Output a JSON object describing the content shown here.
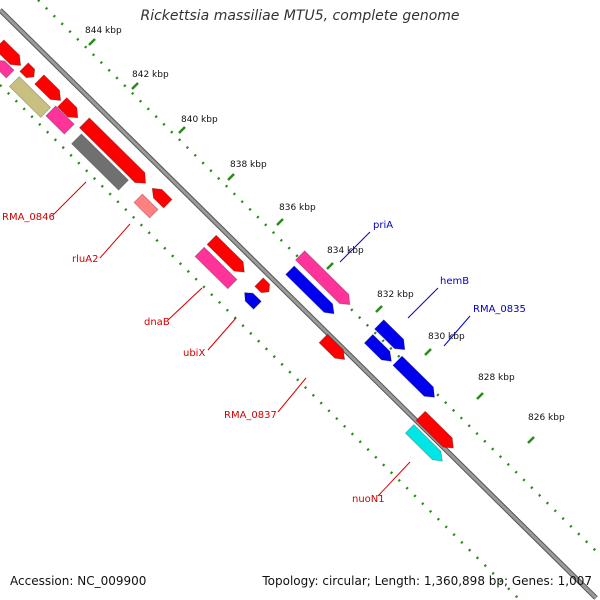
{
  "title": "Rickettsia massiliae MTU5, complete genome",
  "footer": {
    "accession": "Accession: NC_009900",
    "topology": "Topology: circular; Length: 1,360,898 bp; Genes: 1,007"
  },
  "colors": {
    "backbone": "#8a8a8a",
    "tick_ring": "#2a8a1a",
    "label_red": "#d40000",
    "label_blue": "#0000cc",
    "red": "#ff0000",
    "magenta": "#ff3399",
    "blue": "#0000ee",
    "cyan": "#00e5e5",
    "olive": "#c8c080",
    "gray": "#707070",
    "pink": "#ff8080"
  },
  "scale_labels": [
    "844 kbp",
    "842 kbp",
    "840 kbp",
    "838 kbp",
    "836 kbp",
    "834 kbp",
    "832 kbp",
    "830 kbp",
    "828 kbp",
    "826 kbp"
  ],
  "gene_labels": [
    {
      "name": "RMA_0846",
      "strand": "minus"
    },
    {
      "name": "rluA2",
      "strand": "minus"
    },
    {
      "name": "dnaB",
      "strand": "minus"
    },
    {
      "name": "ubiX",
      "strand": "minus"
    },
    {
      "name": "RMA_0837",
      "strand": "minus"
    },
    {
      "name": "nuoN1",
      "strand": "minus"
    },
    {
      "name": "priA",
      "strand": "plus"
    },
    {
      "name": "hemB",
      "strand": "plus"
    },
    {
      "name": "RMA_0835",
      "strand": "plus"
    }
  ]
}
